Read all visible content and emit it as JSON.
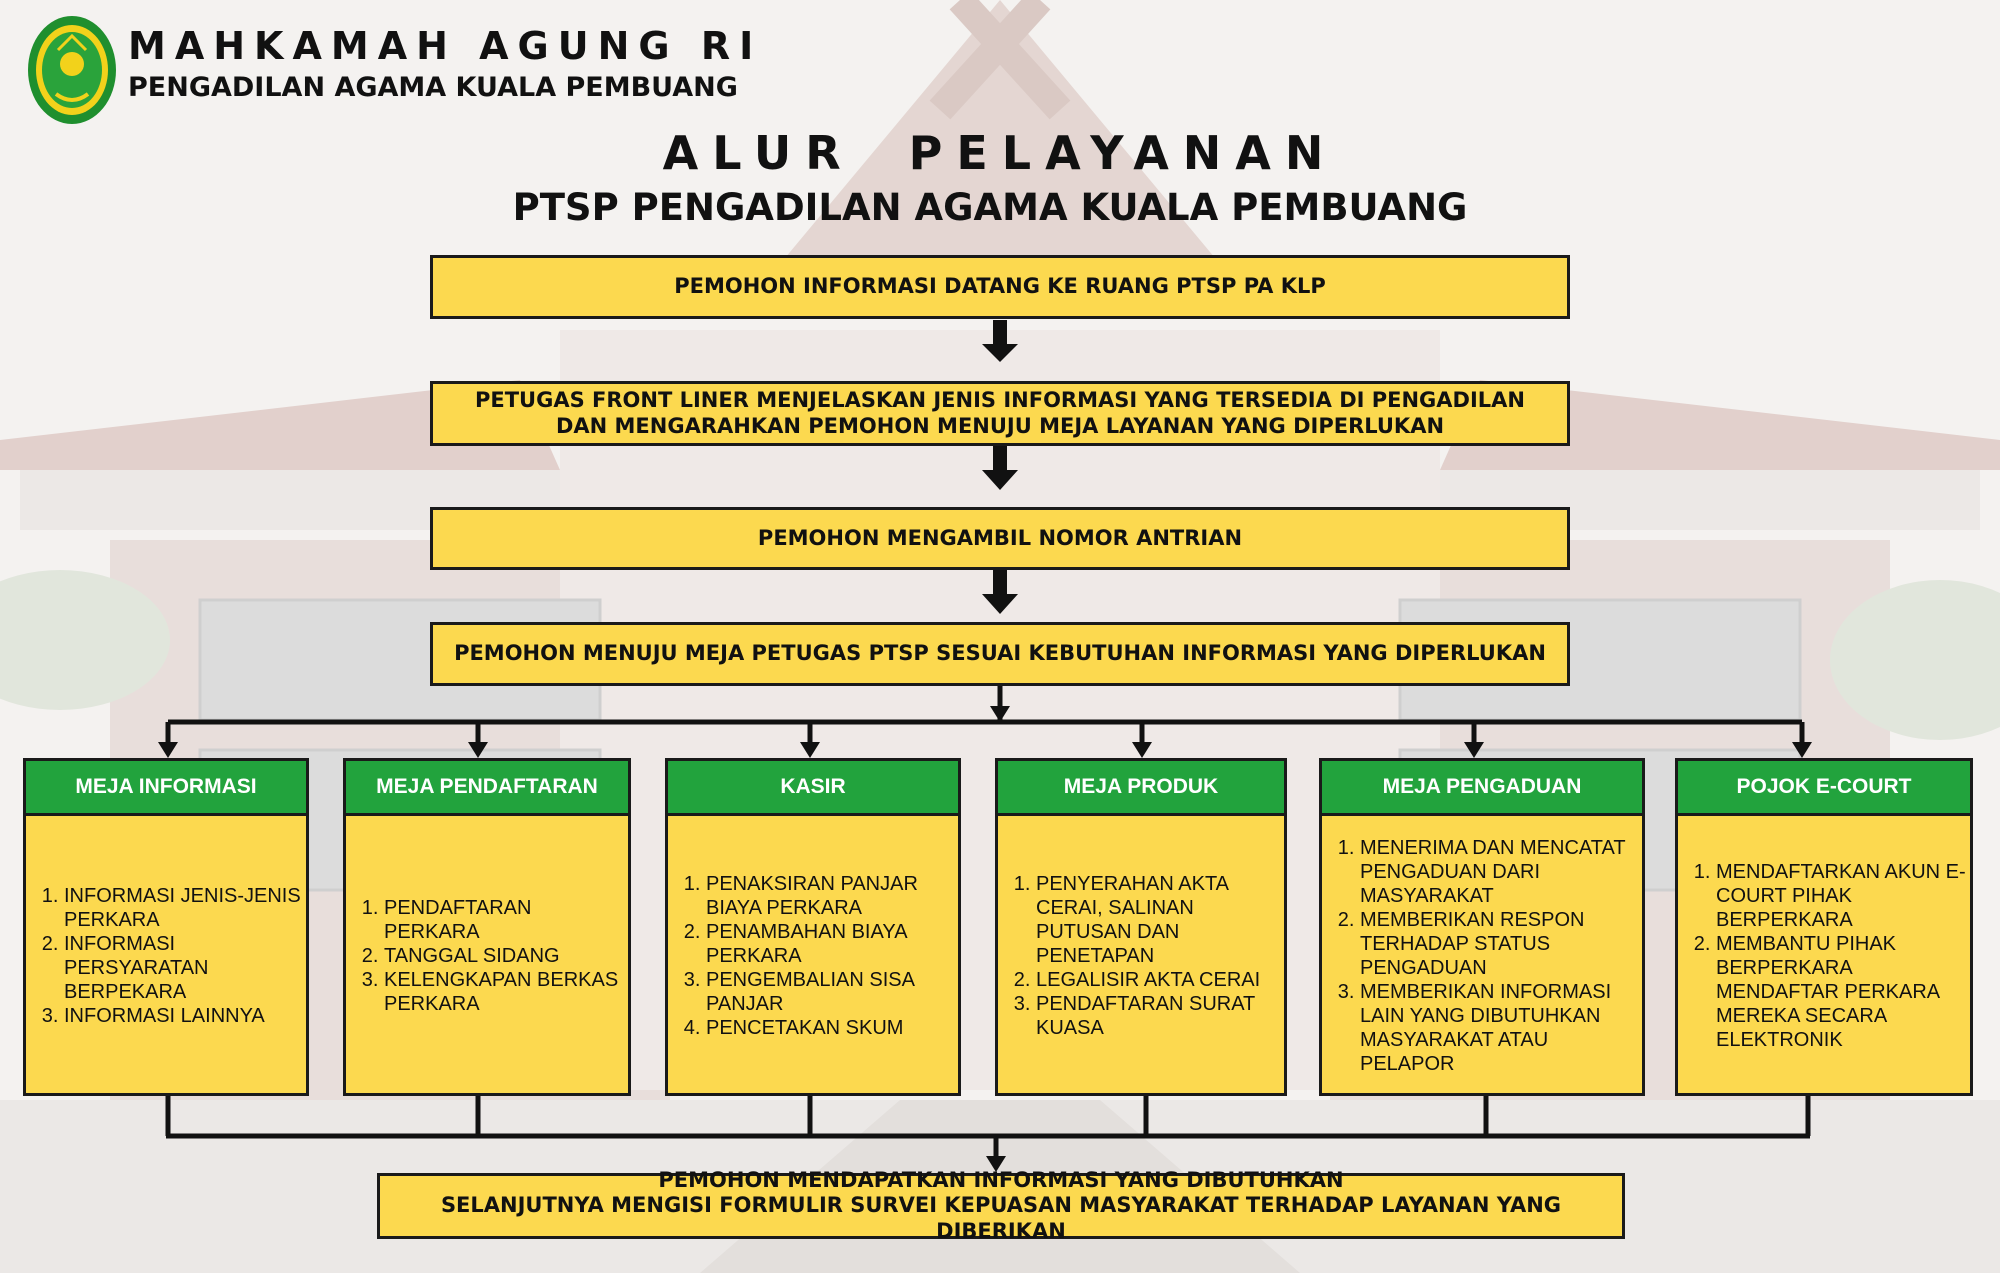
{
  "header": {
    "org_name": "MAHKAMAH AGUNG RI",
    "org_sub": "PENGADILAN AGAMA KUALA PEMBUANG"
  },
  "title": "ALUR PELAYANAN",
  "subtitle": "PTSP PENGADILAN AGAMA KUALA PEMBUANG",
  "steps": [
    "PEMOHON INFORMASI DATANG KE RUANG PTSP PA KLP",
    "PETUGAS FRONT LINER MENJELASKAN JENIS INFORMASI YANG TERSEDIA DI PENGADILAN  DAN MENGARAHKAN PEMOHON MENUJU MEJA LAYANAN YANG DIPERLUKAN",
    "PEMOHON MENGAMBIL NOMOR ANTRIAN",
    "PEMOHON MENUJU MEJA PETUGAS PTSP SESUAI KEBUTUHAN INFORMASI YANG DIPERLUKAN"
  ],
  "desks": [
    {
      "title": "MEJA INFORMASI",
      "items": [
        "INFORMASI JENIS-JENIS PERKARA",
        "INFORMASI PERSYARATAN BERPEKARA",
        "INFORMASI LAINNYA"
      ]
    },
    {
      "title": "MEJA PENDAFTARAN",
      "items": [
        "PENDAFTARAN PERKARA",
        "TANGGAL SIDANG",
        "KELENGKAPAN BERKAS PERKARA"
      ]
    },
    {
      "title": "KASIR",
      "items": [
        "PENAKSIRAN PANJAR BIAYA PERKARA",
        "PENAMBAHAN BIAYA PERKARA",
        "PENGEMBALIAN SISA PANJAR",
        "PENCETAKAN SKUM"
      ]
    },
    {
      "title": "MEJA PRODUK",
      "items": [
        "PENYERAHAN AKTA CERAI, SALINAN PUTUSAN DAN PENETAPAN",
        "LEGALISIR AKTA CERAI",
        "PENDAFTARAN SURAT KUASA"
      ]
    },
    {
      "title": "MEJA PENGADUAN",
      "items": [
        "MENERIMA DAN MENCATAT PENGADUAN DARI MASYARAKAT",
        "MEMBERIKAN RESPON TERHADAP STATUS PENGADUAN",
        "MEMBERIKAN INFORMASI LAIN YANG DIBUTUHKAN MASYARAKAT ATAU PELAPOR"
      ]
    },
    {
      "title": "POJOK E-COURT",
      "items": [
        "MENDAFTARKAN AKUN E-COURT PIHAK BERPERKARA",
        "MEMBANTU PIHAK BERPERKARA MENDAFTAR PERKARA MEREKA SECARA ELEKTRONIK"
      ]
    }
  ],
  "final": {
    "line1": "PEMOHON MENDAPATKAN INFORMASI YANG DIBUTUHKAN",
    "line2": "SELANJUTNYA MENGISI FORMULIR SURVEI KEPUASAN MASYARAKAT TERHADAP LAYANAN YANG DIBERIKAN"
  },
  "colors": {
    "box_fill": "#fcd94f",
    "desk_header": "#22a33d",
    "logo_green": "#1f8f2e",
    "logo_yellow": "#f2d21b"
  }
}
